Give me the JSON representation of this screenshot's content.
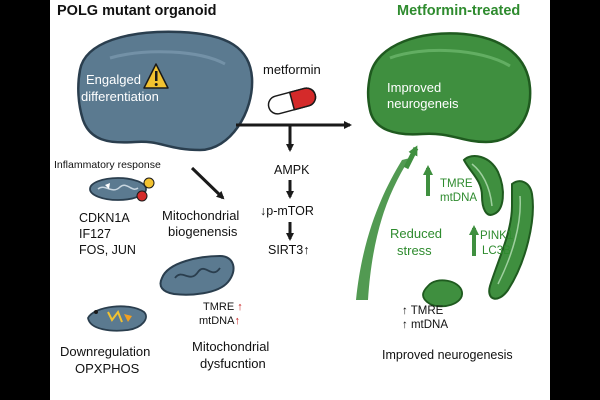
{
  "left_panel": {
    "title": "POLG mutant organoid",
    "mito_label_line1": "Engalged",
    "mito_label_line2": "differentiation",
    "inflammatory_label": "Inflammatory response",
    "genes": [
      "CDKN1A",
      "IF127",
      "FOS, JUN"
    ],
    "biogenesis_line1": "Mitochondrial",
    "biogenesis_line2": "biogenensis",
    "tmre_label": "TMRE",
    "mtdna_label": "mtDNA",
    "up_arrow": "↑",
    "downregulation_line1": "Downregulation",
    "downregulation_line2": "OPXPHOS",
    "dysfunction_line1": "Mitochondrial",
    "dysfunction_line2": "dysfucntion"
  },
  "middle": {
    "drug_label": "metformin",
    "pathway": [
      "AMPK",
      "↓p-mTOR",
      "SIRT3↑"
    ]
  },
  "right_panel": {
    "title": "Metformin-treated",
    "mito_label_line1": "Improved",
    "mito_label_line2": "neurogeneis",
    "tmre_mtdna_line1": "TMRE",
    "tmre_mtdna_line2": "mtDNA",
    "reduced_line1": "Reduced",
    "reduced_line2": "stress",
    "pink_line1": "PINK1",
    "pink_line2": "LC3B",
    "bottom_tmre": "↑ TMRE",
    "bottom_mtdna": "↑ mtDNA",
    "footer": "Improved neurogenesis"
  },
  "colors": {
    "mito_blue": "#5b7a90",
    "mito_green": "#3f8f3f",
    "text_green": "#2e8b2e",
    "arrow_red": "#c41a1a",
    "warning_yellow": "#f2c230"
  }
}
